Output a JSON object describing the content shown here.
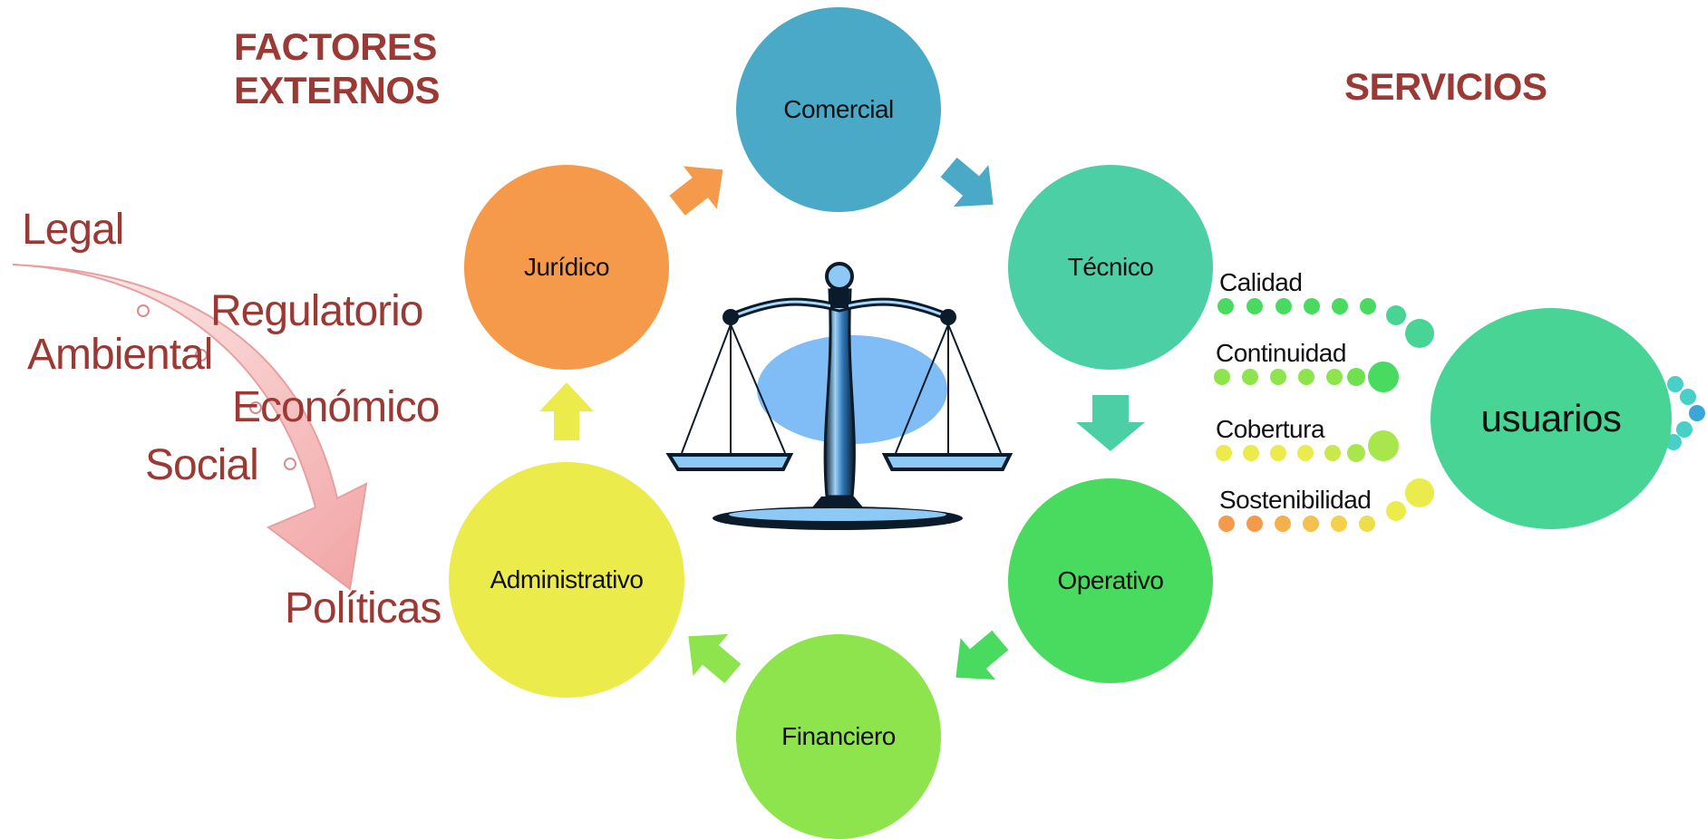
{
  "headings": {
    "external_factors_line1": "FACTORES",
    "external_factors_line2": "EXTERNOS",
    "services": "SERVICIOS"
  },
  "external_factors": [
    "Legal",
    "Regulatorio",
    "Ambiental",
    "Económico",
    "Social",
    "Políticas"
  ],
  "cycle": [
    "Comercial",
    "Técnico",
    "Operativo",
    "Financiero",
    "Administrativo",
    "Jurídico"
  ],
  "services": [
    "Calidad",
    "Continuidad",
    "Cobertura",
    "Sostenibilidad"
  ],
  "users": "usuarios",
  "colors": {
    "heading": "#9b3a35",
    "comercial": "#4aa9c6",
    "tecnico": "#4dcfa6",
    "operativo": "#49db5f",
    "financiero": "#8ee44c",
    "administrativo": "#ebeb4b",
    "juridico": "#f59a4b",
    "usuarios": "#48d495",
    "scale_plate": "#80bdf6"
  }
}
